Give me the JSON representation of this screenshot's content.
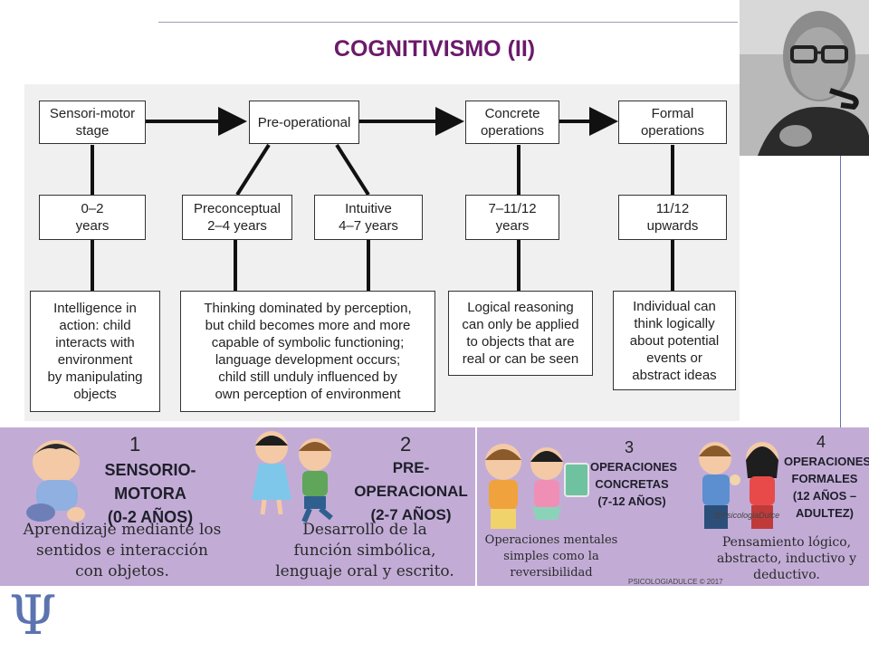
{
  "title": "COGNITIVISMO (II)",
  "piaget_diagram": {
    "stages": [
      {
        "label": "Sensori-motor\nstage"
      },
      {
        "label": "Pre-operational"
      },
      {
        "label": "Concrete\noperations"
      },
      {
        "label": "Formal\noperations"
      }
    ],
    "ages": [
      {
        "label": "0–2\nyears"
      },
      {
        "label": "Preconceptual\n2–4 years"
      },
      {
        "label": "Intuitive\n4–7 years"
      },
      {
        "label": "7–11/12\nyears"
      },
      {
        "label": "11/12\nupwards"
      }
    ],
    "descriptions": [
      {
        "label": "Intelligence in\naction: child\ninteracts with\nenvironment\nby manipulating\nobjects"
      },
      {
        "label": "Thinking dominated by perception,\nbut child becomes more and more\ncapable of symbolic functioning;\nlanguage development occurs;\nchild still unduly influenced by\nown perception of environment"
      },
      {
        "label": "Logical reasoning\ncan only be applied\nto objects that are\nreal or can be seen"
      },
      {
        "label": "Individual can\nthink logically\nabout potential\nevents or\nabstract ideas"
      }
    ]
  },
  "infographic": {
    "panels": [
      {
        "number": "1",
        "name": "SENSORIO-MOTORA\n(0-2 AÑOS)",
        "description": "Aprendizaje mediante los\nsentidos e interacción\ncon objetos."
      },
      {
        "number": "2",
        "name": "PRE-OPERACIONAL\n(2-7 AÑOS)",
        "description": "Desarrollo de la\nfunción simbólica,\nlenguaje oral y escrito."
      },
      {
        "number": "3",
        "name": "OPERACIONES\nCONCRETAS\n(7-12 AÑOS)",
        "description": "Operaciones mentales\nsimples como la\nreversibilidad"
      },
      {
        "number": "4",
        "name": "OPERACIONES\nFORMALES\n(12 AÑOS –\nADULTEZ)",
        "description": "Pensamiento lógico,\nabstracto, inductivo y\ndeductivo."
      }
    ],
    "watermark": "@PsicologiaDulce",
    "credit": "PSICOLOGIADULCE © 2017"
  },
  "logo_symbol": "Ψ",
  "colors": {
    "title": "#6b1a6b",
    "infographic_bg": "#c2acd6",
    "diagram_bg": "#f0f0f0",
    "logo": "#5b74b0"
  }
}
